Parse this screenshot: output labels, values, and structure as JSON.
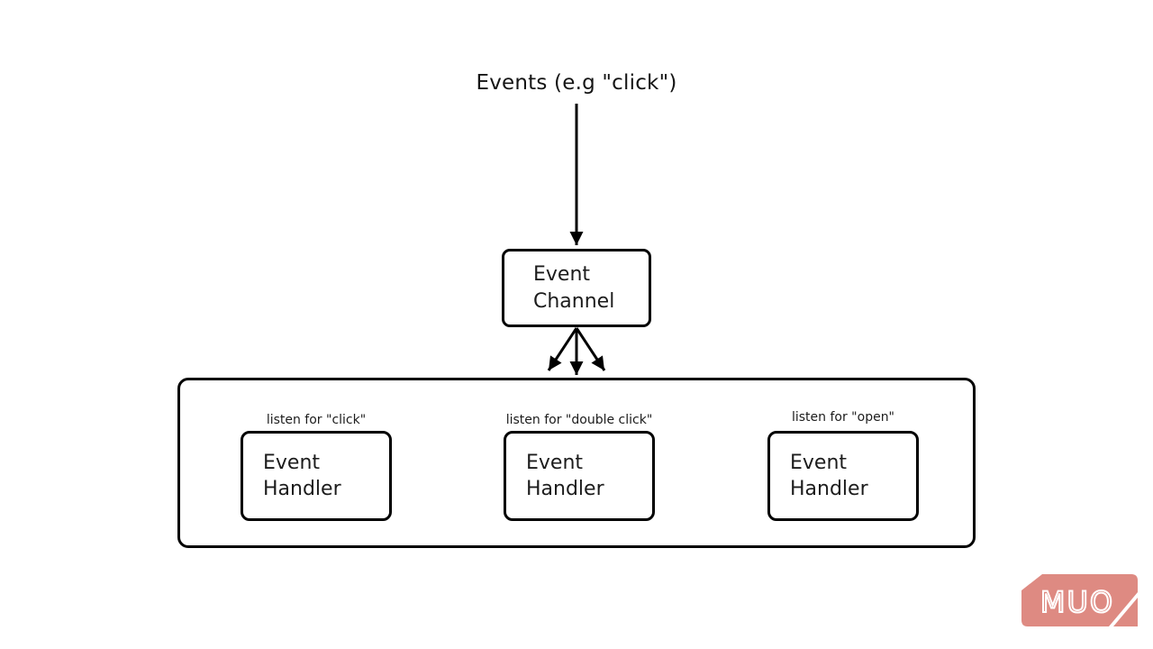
{
  "diagram": {
    "title": "Events (e.g \"click\")",
    "channel": {
      "label": "Event Channel"
    },
    "handlers": [
      {
        "listen_label": "listen for \"click\"",
        "label": "Event Handler"
      },
      {
        "listen_label": "listen for \"double click\"",
        "label": "Event Handler"
      },
      {
        "listen_label": "listen for \"open\"",
        "label": "Event Handler"
      }
    ],
    "colors": {
      "line": "#000000",
      "text": "#1c1c1c",
      "background": "#ffffff",
      "logo": "#de8a82"
    }
  },
  "logo": {
    "text": "MUO"
  }
}
